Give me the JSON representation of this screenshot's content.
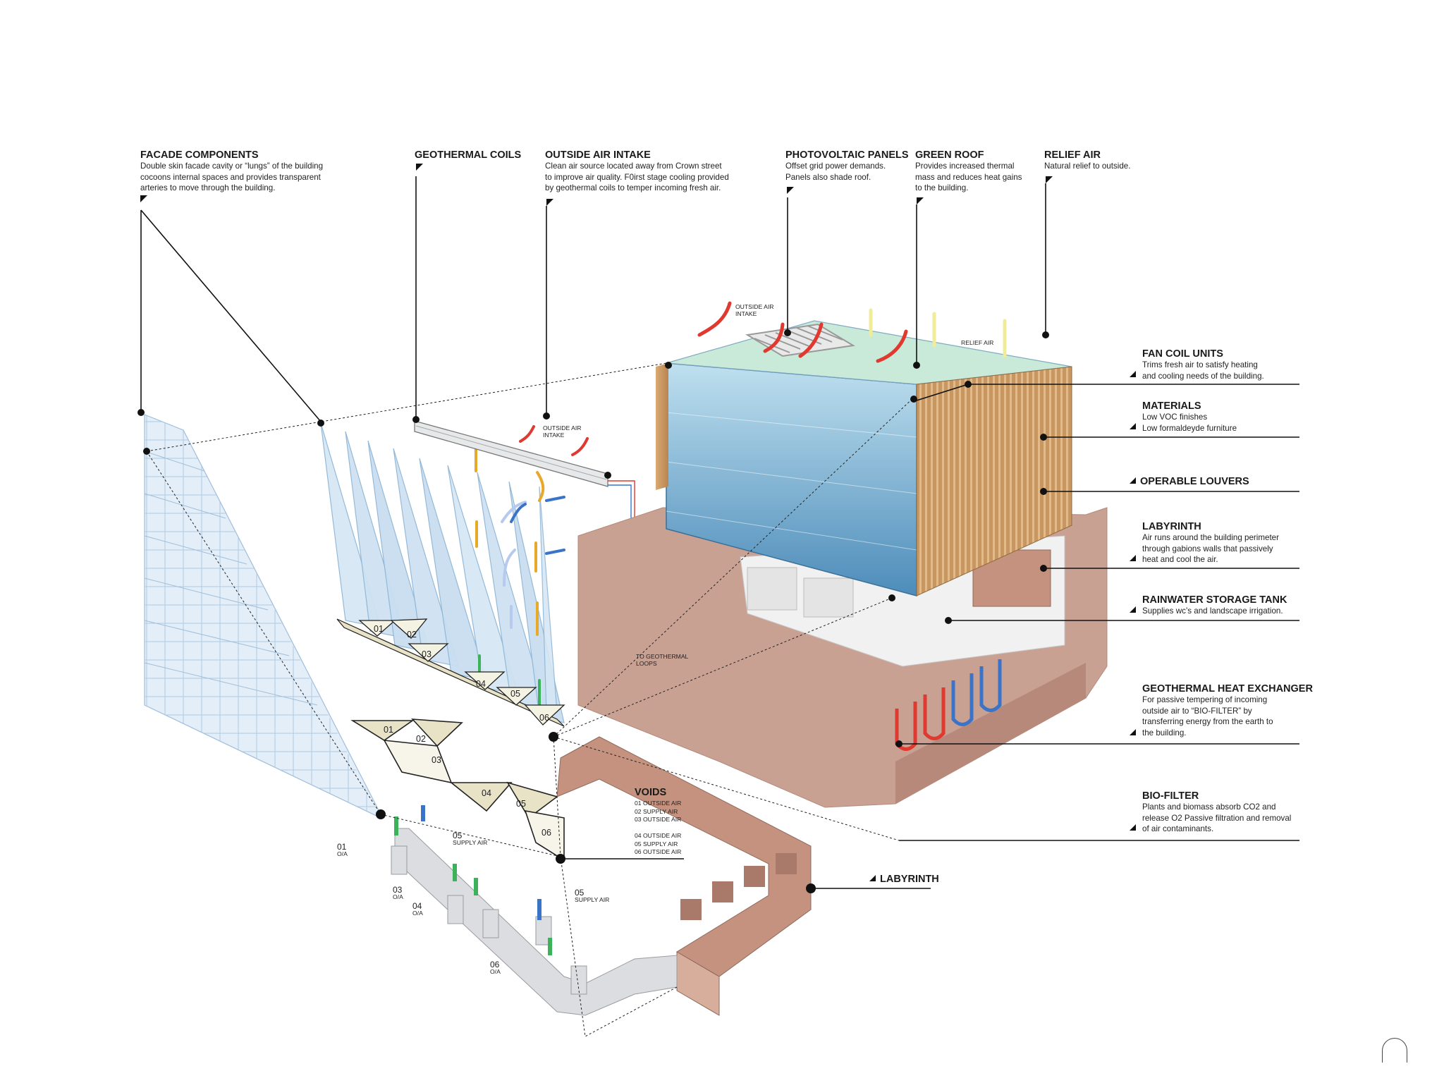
{
  "callouts": {
    "facade": {
      "title": "FACADE COMPONENTS",
      "lines": [
        "Double skin facade cavity or “lungs” of the building",
        "cocoons internal spaces and provides transparent",
        "arteries to move through the building."
      ]
    },
    "geothermal_coils": {
      "title": "GEOTHERMAL COILS"
    },
    "outside_air_intake": {
      "title": "OUTSIDE AIR INTAKE",
      "lines": [
        "Clean air source located away from Crown street",
        "to improve air quality. F0irst stage cooling provided",
        "by geothermal coils to temper incoming fresh air."
      ]
    },
    "photovoltaic": {
      "title": "PHOTOVOLTAIC PANELS",
      "lines": [
        "Offset grid power demands.",
        "Panels also shade roof."
      ]
    },
    "green_roof": {
      "title": "GREEN ROOF",
      "lines": [
        "Provides increased thermal",
        "mass and reduces heat gains",
        "to the building."
      ]
    },
    "relief_air": {
      "title": "RELIEF AIR",
      "lines": [
        "Natural relief to outside."
      ]
    },
    "fan_coil": {
      "title": "FAN COIL UNITS",
      "lines": [
        "Trims fresh air to satisfy heating",
        "and cooling needs of the building."
      ]
    },
    "materials": {
      "title": "MATERIALS",
      "lines": [
        "Low VOC finishes",
        "Low formaldeyde furniture"
      ]
    },
    "louvers": {
      "title": "OPERABLE LOUVERS"
    },
    "labyrinth": {
      "title": "LABYRINTH",
      "lines": [
        "Air runs around the building perimeter",
        "through gabions walls that passively",
        "heat and cool the air."
      ]
    },
    "rainwater": {
      "title": "RAINWATER STORAGE TANK",
      "lines": [
        "Supplies wc’s and landscape irrigation."
      ]
    },
    "geo_exchanger": {
      "title": "GEOTHERMAL HEAT EXCHANGER",
      "lines": [
        "For passive tempering of incoming",
        "outside air to “BIO-FILTER” by",
        "transferring energy from the earth to",
        "the building."
      ]
    },
    "biofilter": {
      "title": "BIO-FILTER",
      "lines": [
        "Plants and biomass absorb CO2 and",
        "release O2 Passive filtration and removal",
        "of air contaminants."
      ]
    },
    "labyrinth_base": {
      "title": "LABYRINTH"
    }
  },
  "voids": {
    "title": "VOIDS",
    "items": [
      "01 OUTSIDE AIR",
      "02 SUPPLY AIR",
      "03 OUTSIDE AIR",
      "04 OUTSIDE AIR",
      "05 SUPPLY AIR",
      "06 OUTSIDE AIR"
    ]
  },
  "small_labels": {
    "roof_intake": "OUTSIDE AIR\nINTAKE",
    "roof_relief": "RELIEF AIR",
    "coil_intake": "OUTSIDE AIR\nINTAKE",
    "to_geo": "TO GEOTHERMAL\nLOOPS"
  },
  "duct_labels": [
    {
      "num": "01",
      "sub": "O/A"
    },
    {
      "num": "05",
      "sub": "SUPPLY AIR"
    },
    {
      "num": "03",
      "sub": "O/A"
    },
    {
      "num": "04",
      "sub": "O/A"
    },
    {
      "num": "05",
      "sub": "SUPPLY AIR"
    },
    {
      "num": "06",
      "sub": "O/A"
    }
  ],
  "void_numbers_upper": [
    "01",
    "02",
    "03",
    "04",
    "05",
    "06"
  ],
  "void_numbers_lower": [
    "01",
    "02",
    "03",
    "04",
    "05",
    "06"
  ],
  "colors": {
    "glass": "#cfe4f3",
    "glass_line": "#8fb6d6",
    "wood": "#c99a63",
    "earth": "#c9a193",
    "earth_dark": "#b38a7c",
    "warm_arrow": "#e8a92a",
    "cool_arrow": "#3a74c8",
    "red_arrow": "#e0392f",
    "green": "#3cb35a",
    "leader": "#111111"
  }
}
